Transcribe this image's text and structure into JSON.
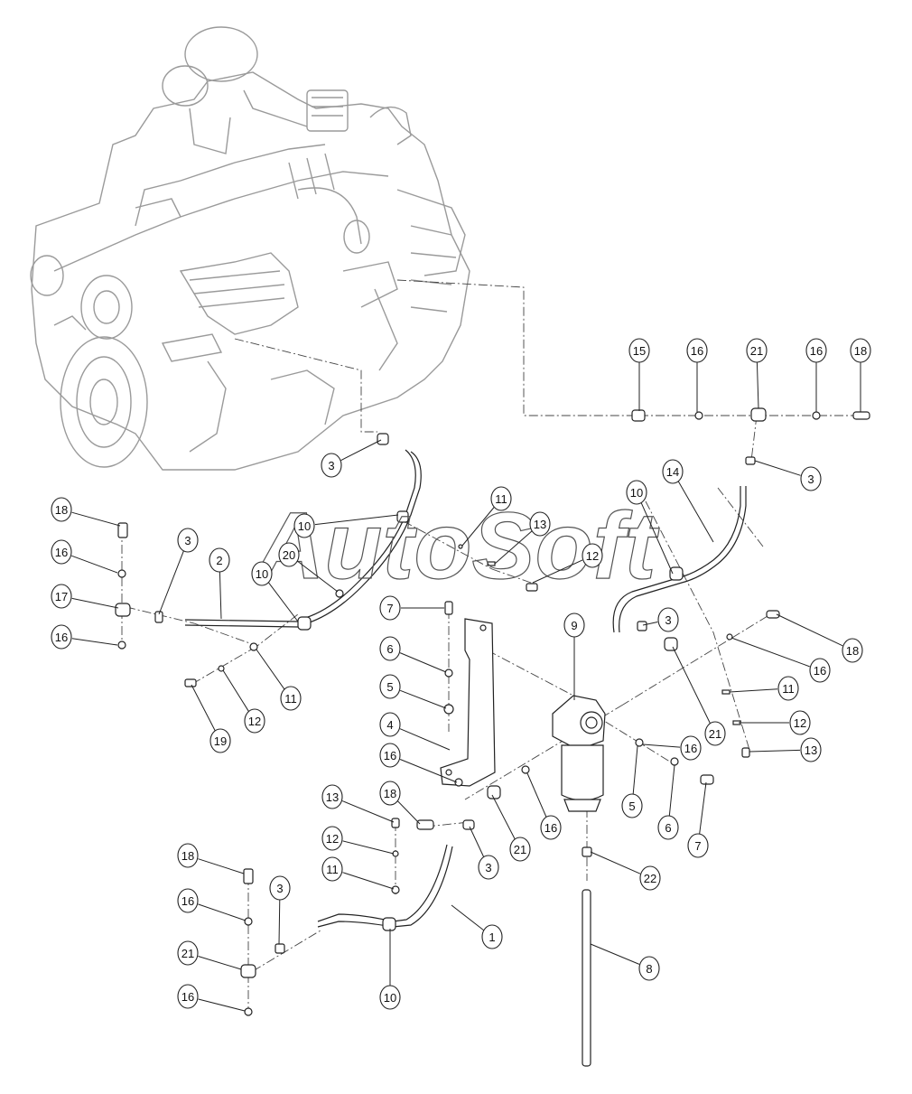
{
  "watermark": "AutoSoft",
  "callouts": [
    {
      "label": "15"
    },
    {
      "label": "16"
    },
    {
      "label": "21"
    },
    {
      "label": "16"
    },
    {
      "label": "18"
    },
    {
      "label": "3"
    },
    {
      "label": "14"
    },
    {
      "label": "10"
    },
    {
      "label": "3"
    },
    {
      "label": "18"
    },
    {
      "label": "16"
    },
    {
      "label": "11"
    },
    {
      "label": "12"
    },
    {
      "label": "13"
    },
    {
      "label": "21"
    },
    {
      "label": "3"
    },
    {
      "label": "18"
    },
    {
      "label": "16"
    },
    {
      "label": "17"
    },
    {
      "label": "16"
    },
    {
      "label": "3"
    },
    {
      "label": "2"
    },
    {
      "label": "10"
    },
    {
      "label": "20"
    },
    {
      "label": "10"
    },
    {
      "label": "11"
    },
    {
      "label": "12"
    },
    {
      "label": "13"
    },
    {
      "label": "19"
    },
    {
      "label": "12"
    },
    {
      "label": "11"
    },
    {
      "label": "7"
    },
    {
      "label": "6"
    },
    {
      "label": "5"
    },
    {
      "label": "4"
    },
    {
      "label": "16"
    },
    {
      "label": "9"
    },
    {
      "label": "16"
    },
    {
      "label": "5"
    },
    {
      "label": "6"
    },
    {
      "label": "7"
    },
    {
      "label": "21"
    },
    {
      "label": "16"
    },
    {
      "label": "13"
    },
    {
      "label": "18"
    },
    {
      "label": "12"
    },
    {
      "label": "11"
    },
    {
      "label": "3"
    },
    {
      "label": "22"
    },
    {
      "label": "1"
    },
    {
      "label": "18"
    },
    {
      "label": "16"
    },
    {
      "label": "3"
    },
    {
      "label": "21"
    },
    {
      "label": "16"
    },
    {
      "label": "10"
    },
    {
      "label": "8"
    }
  ]
}
